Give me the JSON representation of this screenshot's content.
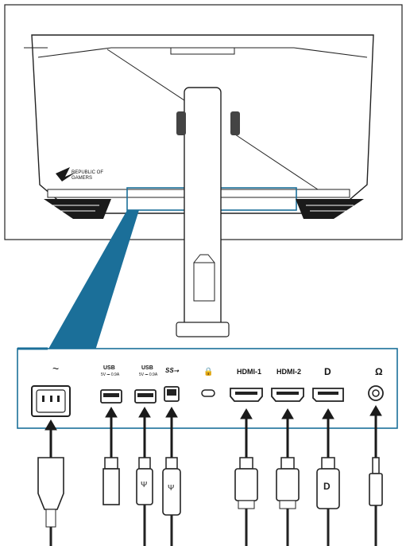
{
  "monitor": {
    "brand_line1": "REPUBLIC OF",
    "brand_line2": "GAMERS"
  },
  "ports": [
    {
      "id": "ac",
      "label": "~",
      "sublabel": "",
      "icon": "ac-power-inlet",
      "cable": "ac-power-cord"
    },
    {
      "id": "usb1",
      "label": "USB",
      "sublabel": "5V ⎓ 0.9A",
      "icon": "usb-a-port",
      "cable": "usb-a-device"
    },
    {
      "id": "usb2",
      "label": "USB",
      "sublabel": "5V ⎓ 0.9A",
      "icon": "usb-a-port",
      "cable": "usb-a-cable"
    },
    {
      "id": "usbb",
      "label": "SS⭢",
      "sublabel": "",
      "icon": "usb-b-upstream-port",
      "cable": "usb-b-cable"
    },
    {
      "id": "lock",
      "label": "🔒",
      "sublabel": "",
      "icon": "kensington-lock-slot",
      "cable": ""
    },
    {
      "id": "hdmi1",
      "label": "HDMI-1",
      "sublabel": "",
      "icon": "hdmi-port",
      "cable": "hdmi-cable"
    },
    {
      "id": "hdmi2",
      "label": "HDMI-2",
      "sublabel": "",
      "icon": "hdmi-port",
      "cable": "hdmi-cable"
    },
    {
      "id": "dp",
      "label": "D",
      "sublabel": "",
      "icon": "displayport-port",
      "cable": "displayport-cable"
    },
    {
      "id": "audio",
      "label": "Ω",
      "sublabel": "",
      "icon": "headphone-jack",
      "cable": "audio-3.5mm-cable"
    }
  ],
  "colors": {
    "accent": "#1b6f99",
    "arrow": "#1a1a1a",
    "line": "#1a1a1a"
  }
}
